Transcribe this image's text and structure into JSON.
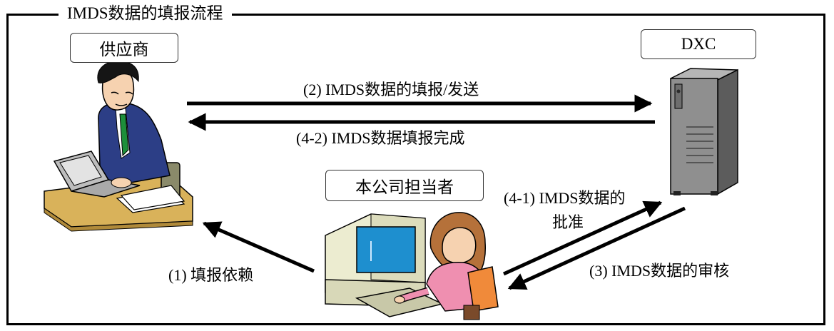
{
  "title": "IMDS数据的填报流程",
  "actors": {
    "supplier": "供应商",
    "dxc": "DXC",
    "company": "本公司担当者"
  },
  "flows": {
    "step1": "(1)  填报依赖",
    "step2": "(2) IMDS数据的填报/发送",
    "step3": "(3) IMDS数据的审核",
    "step4_1_line1": "(4-1) IMDS数据的",
    "step4_1_line2": "批准",
    "step4_2": "(4-2) IMDS数据填报完成"
  }
}
